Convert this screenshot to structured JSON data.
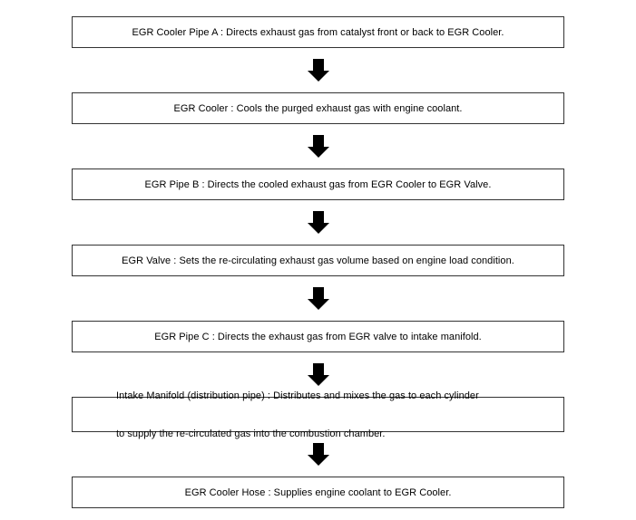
{
  "diagram": {
    "title": "EGR System Component Flow",
    "orientation": "vertical-top-to-bottom",
    "colors": {
      "box_border": "#333333",
      "box_fill": "#ffffff",
      "text": "#000000",
      "arrow": "#000000",
      "background": "#ffffff"
    },
    "arrow_icon_name": "down-arrow-icon",
    "arrow_count": 6,
    "nodes": [
      {
        "id": "egr-cooler-pipe-a",
        "align": "center",
        "lines": [
          "EGR Cooler Pipe A : Directs exhaust gas from catalyst front or back to EGR Cooler."
        ]
      },
      {
        "id": "egr-cooler",
        "align": "center",
        "lines": [
          "EGR Cooler : Cools the purged exhaust gas with engine coolant."
        ]
      },
      {
        "id": "egr-pipe-b",
        "align": "center",
        "lines": [
          "EGR Pipe B : Directs the cooled exhaust gas from EGR Cooler to EGR Valve."
        ]
      },
      {
        "id": "egr-valve",
        "align": "center",
        "lines": [
          "EGR Valve : Sets the re-circulating exhaust gas volume based on engine load condition."
        ]
      },
      {
        "id": "egr-pipe-c",
        "align": "center",
        "lines": [
          "EGR Pipe C : Directs the exhaust gas from EGR valve to intake manifold."
        ]
      },
      {
        "id": "intake-manifold",
        "align": "left",
        "lines": [
          "Intake Manifold (distribution pipe) : Distributes and mixes the gas to each cylinder",
          "to supply the re-circulated gas into the combustion chamber."
        ]
      },
      {
        "id": "egr-cooler-hose",
        "align": "center",
        "lines": [
          "EGR Cooler Hose : Supplies engine coolant to EGR Cooler."
        ]
      }
    ]
  }
}
